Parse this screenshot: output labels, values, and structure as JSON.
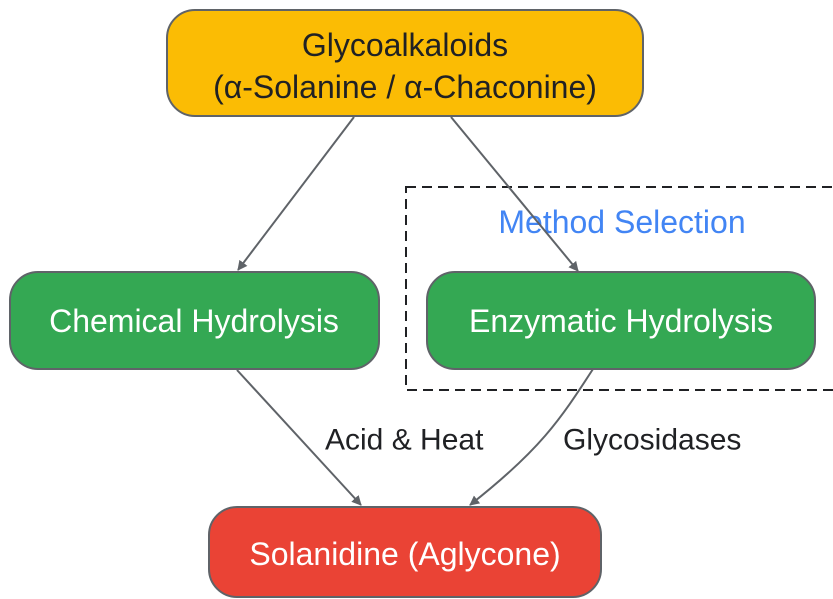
{
  "colors": {
    "top_fill": "#fbbc04",
    "green_fill": "#34a853",
    "red_fill": "#ea4335",
    "node_stroke": "#5f6368",
    "edge": "#5f6368",
    "cluster_label": "#4285f4",
    "dark_text": "#202124",
    "light_text": "#ffffff"
  },
  "nodes": {
    "glycoalkaloids": {
      "line1": "Glycoalkaloids",
      "line2": "(α-Solanine / α-Chaconine)"
    },
    "chemical": {
      "label": "Chemical Hydrolysis"
    },
    "enzymatic": {
      "label": "Enzymatic Hydrolysis"
    },
    "solanidine": {
      "label": "Solanidine (Aglycone)"
    }
  },
  "cluster": {
    "label": "Method Selection"
  },
  "edges": {
    "acid_heat": "Acid & Heat",
    "glycosidases": "Glycosidases"
  }
}
